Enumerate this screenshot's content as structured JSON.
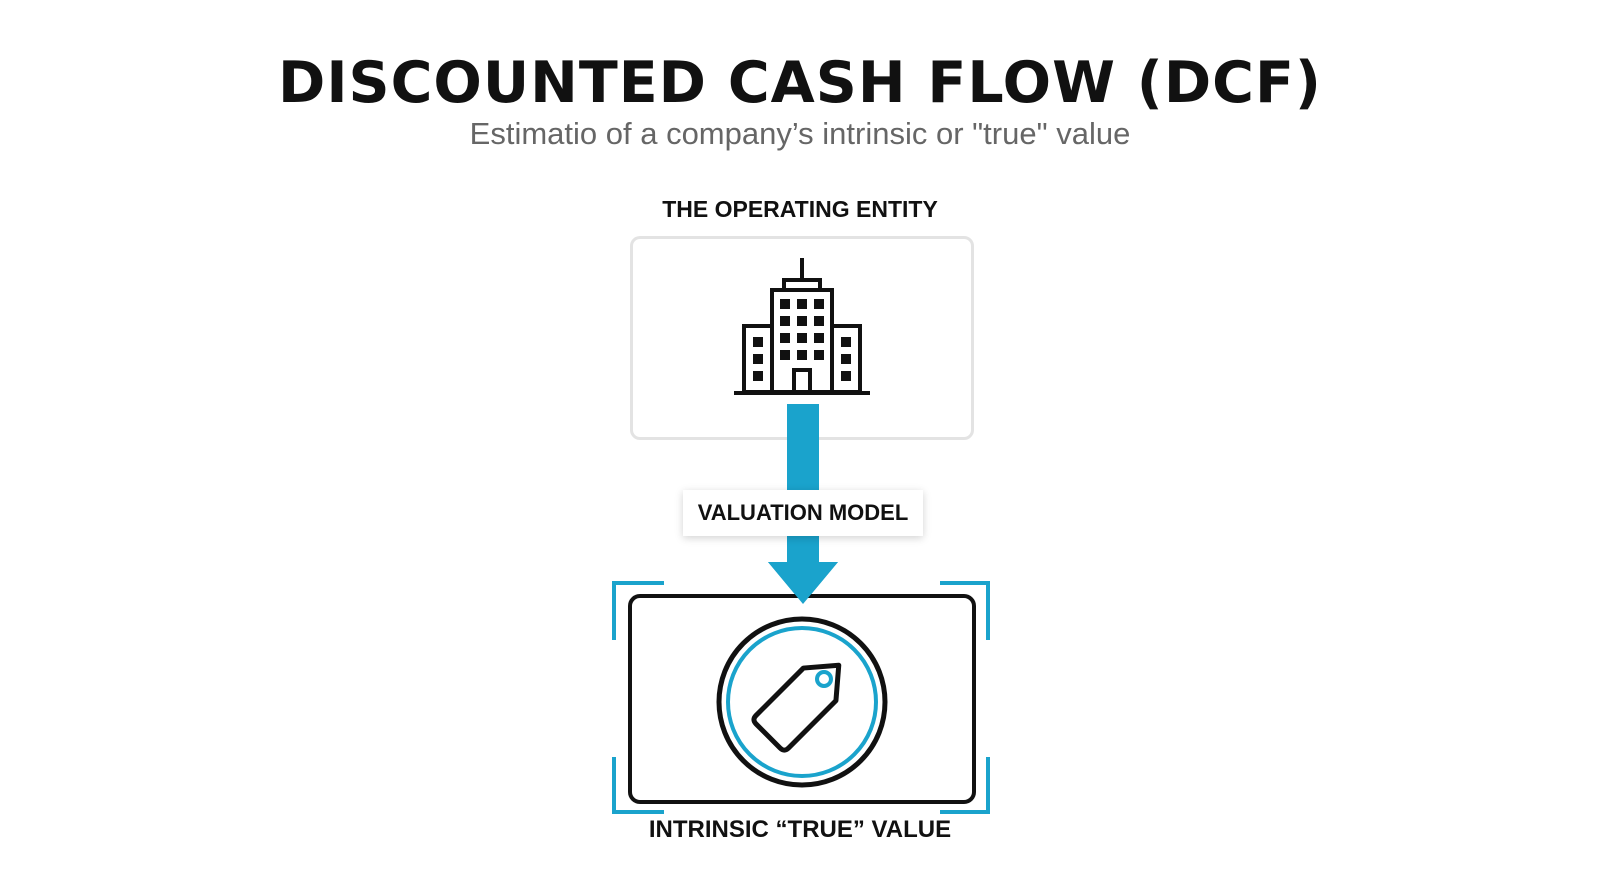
{
  "header": {
    "title": "DISCOUNTED CASH FLOW (DCF)",
    "subtitle": "Estimatio of a company’s intrinsic or \"true\" value"
  },
  "diagram": {
    "entity_label": "THE OPERATING ENTITY",
    "model_label": "VALUATION MODEL",
    "value_label": "INTRINSIC “TRUE” VALUE",
    "entity_icon": "office-building-icon",
    "value_icon": "price-tag-icon"
  },
  "colors": {
    "accent": "#1aa3cc",
    "text": "#111111",
    "subtitle": "#666666",
    "box_border": "#e3e3e3"
  }
}
